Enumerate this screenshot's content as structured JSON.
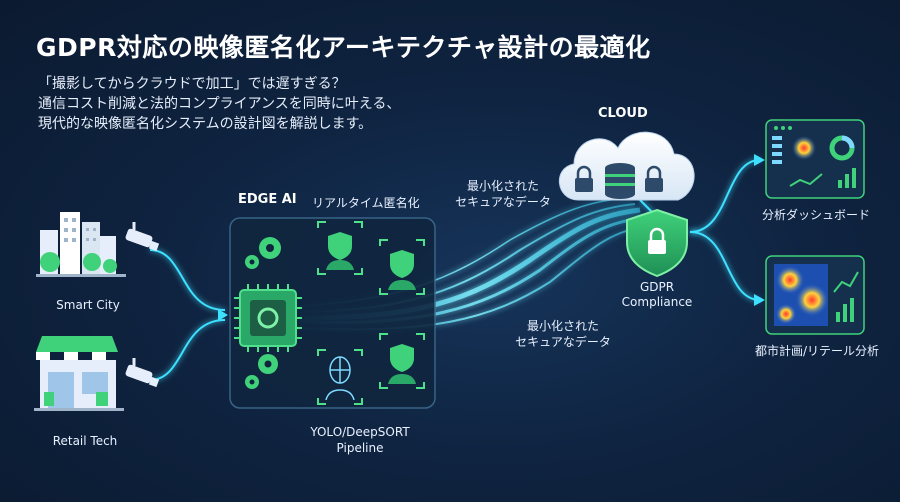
{
  "title": "GDPR対応の映像匿名化アーキテクチャ設計の最適化",
  "subtitle": [
    "「撮影してからクラウドで加工」では遅すぎる？",
    "通信コスト削減と法的コンプライアンスを同時に叶える、",
    "現代的な映像匿名化システムの設計図を解説します。"
  ],
  "sources": {
    "smart_city": "Smart City",
    "retail_tech": "Retail Tech"
  },
  "edge": {
    "title": "EDGE AI",
    "realtime_label": "リアルタイム匿名化",
    "pipeline_line1": "YOLO/DeepSORT",
    "pipeline_line2": "Pipeline"
  },
  "flow": {
    "upper_label_line1": "最小化された",
    "upper_label_line2": "セキュアなデータ",
    "lower_label_line1": "最小化された",
    "lower_label_line2": "セキュアなデータ"
  },
  "cloud": {
    "title": "CLOUD",
    "gdpr_line1": "GDPR",
    "gdpr_line2": "Compliance"
  },
  "outputs": {
    "dashboard_label": "分析ダッシュボード",
    "planning_label": "都市計画/リテール分析"
  },
  "colors": {
    "accent_green": "#34c759",
    "accent_cyan": "#3ee0ff",
    "background": "#0f2441"
  }
}
